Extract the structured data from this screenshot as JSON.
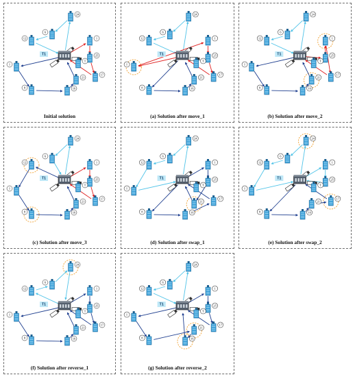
{
  "depot_label": "T1",
  "node_labels": [
    "24",
    "6",
    "12",
    "1",
    "25",
    "T",
    "17",
    "21",
    "16",
    "8",
    "I"
  ],
  "panels": [
    {
      "caption": "Initial solution"
    },
    {
      "caption": "(a) Solution after move_1"
    },
    {
      "caption": "(b) Solution after move_2"
    },
    {
      "caption": "(c) Solution after move_3"
    },
    {
      "caption": "(d) Solution after swap_1"
    },
    {
      "caption": "(e) Solution after swap_2"
    },
    {
      "caption": "(f) Solution after reverse_1"
    },
    {
      "caption": "(g) Solution after reverse_2"
    }
  ],
  "colors": {
    "route_light": "#4fc3e8",
    "route_dark": "#1f3f8f",
    "route_red": "#e02020",
    "highlight": "#f0a030",
    "building": "#3aa0d8",
    "depot": "#55606e",
    "border": "#6b6b6b"
  },
  "icons": {
    "building": "office-building-icon",
    "depot": "depot-building-icon",
    "vehicle": "truck-icon"
  }
}
